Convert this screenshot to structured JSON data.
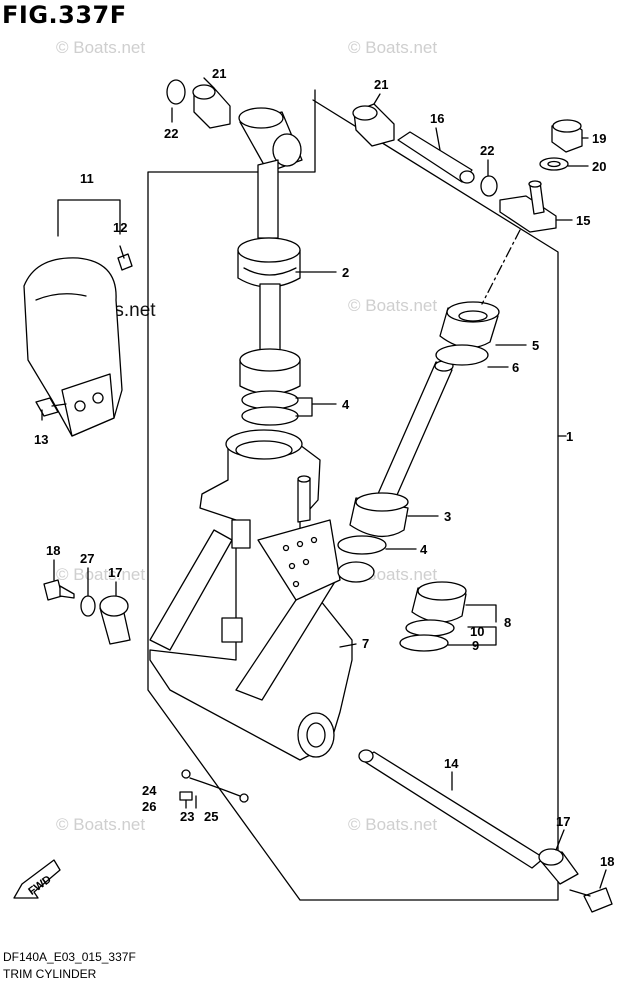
{
  "figure": {
    "title": "FIG.337F",
    "code": "DF140A_E03_015_337F",
    "caption": "TRIM CYLINDER"
  },
  "watermark": "© Boats.net",
  "callouts": {
    "c1": "1",
    "c2": "2",
    "c3": "3",
    "c4a": "4",
    "c4b": "4",
    "c5": "5",
    "c6": "6",
    "c7": "7",
    "c8": "8",
    "c9": "9",
    "c10": "10",
    "c11": "11",
    "c12": "12",
    "c13": "13",
    "c14": "14",
    "c15": "15",
    "c16": "16",
    "c17a": "17",
    "c17b": "17",
    "c18a": "18",
    "c18b": "18",
    "c19": "19",
    "c20": "20",
    "c21a": "21",
    "c21b": "21",
    "c22a": "22",
    "c22b": "22",
    "c23": "23",
    "c24": "24",
    "c25": "25",
    "c26": "26",
    "c27": "27"
  },
  "fwd_label": "FWD"
}
